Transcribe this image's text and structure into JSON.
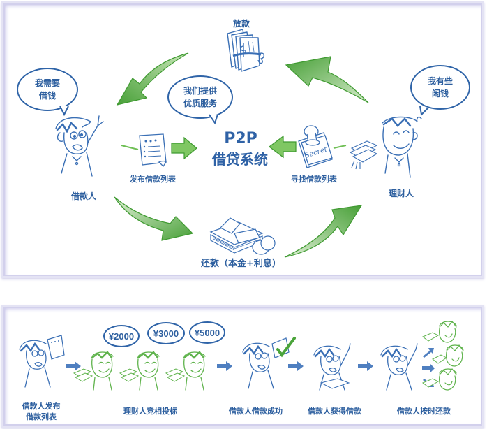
{
  "colors": {
    "text_blue": "#2d5f9f",
    "line_blue": "#2f64a8",
    "arrow_green": "#4aa43a",
    "arrow_green_light": "#a7d68f",
    "border_lavender": "#d2d0ec",
    "figure_green": "#5fb34c"
  },
  "top": {
    "center_title": "P2P",
    "center_subtitle": "借贷系统",
    "disburse_label": "放款",
    "borrower_bubble": [
      "我需要",
      "借钱"
    ],
    "platform_bubble": [
      "我们提供",
      "优质服务"
    ],
    "lender_bubble": [
      "我有些",
      "闲钱"
    ],
    "borrower_label": "借款人",
    "lender_label": "理财人",
    "publish_label": "发布借款列表",
    "search_label": "寻找借款列表",
    "repay_label": "还款（本金+利息）",
    "stamp_text": "Secret",
    "icons": [
      "money-bundle-icon",
      "document-list-icon",
      "stamp-document-icon",
      "cash-stack-icon",
      "borrower-figure",
      "lender-figure"
    ]
  },
  "bottom": {
    "steps": [
      {
        "label_lines": [
          "借款人发布",
          "借款列表"
        ]
      },
      {
        "label_lines": [
          "理财人竞相投标"
        ]
      },
      {
        "label_lines": [
          "借款人借款成功"
        ]
      },
      {
        "label_lines": [
          "借款人获得借款"
        ]
      },
      {
        "label_lines": [
          "借款人按时还款"
        ]
      }
    ],
    "bids": [
      "¥2000",
      "¥3000",
      "¥5000"
    ]
  }
}
